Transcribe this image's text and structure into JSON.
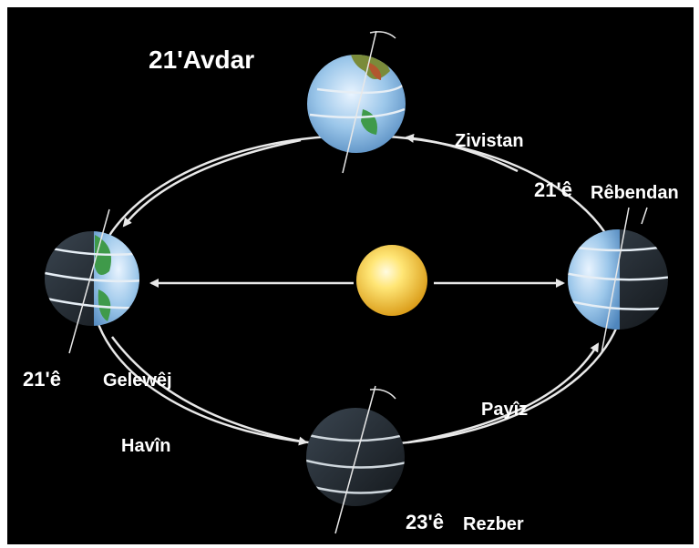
{
  "labels": {
    "spring_date": "21'Avdar",
    "winter_season": "Zivistan",
    "winter_date_num": "21'ê",
    "winter_date_month": "Rêbendan",
    "summer_date_num": "21'ê",
    "summer_date_month": "Gelewêj",
    "summer_season": "Havîn",
    "autumn_season": "Payîz",
    "autumn_date_num": "23'ê",
    "autumn_date_month": "Rezber"
  },
  "colors": {
    "background": "#000000",
    "orbit": "#e8e8e8",
    "sun": "#f2c531",
    "ocean": "#6fa9d8",
    "land": "#3f9a4a",
    "night": "#20262c",
    "text": "#ffffff"
  }
}
